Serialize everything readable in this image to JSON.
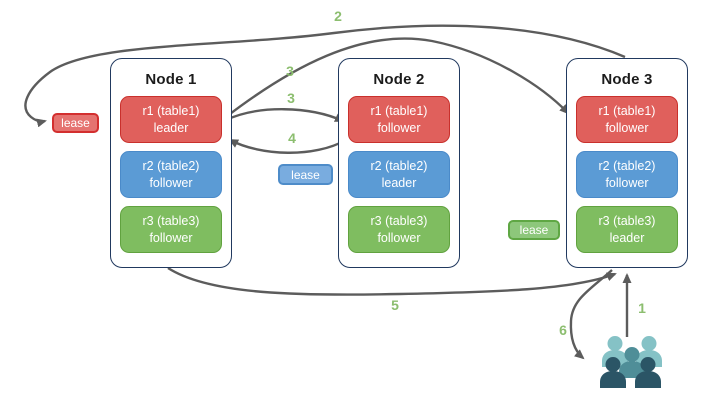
{
  "diagram": {
    "nodes": [
      {
        "title": "Node 1",
        "replicas": [
          {
            "line1": "r1 (table1)",
            "line2": "leader",
            "color": "red"
          },
          {
            "line1": "r2 (table2)",
            "line2": "follower",
            "color": "blue"
          },
          {
            "line1": "r3 (table3)",
            "line2": "follower",
            "color": "green"
          }
        ]
      },
      {
        "title": "Node 2",
        "replicas": [
          {
            "line1": "r1 (table1)",
            "line2": "follower",
            "color": "red"
          },
          {
            "line1": "r2 (table2)",
            "line2": "leader",
            "color": "blue"
          },
          {
            "line1": "r3 (table3)",
            "line2": "follower",
            "color": "green"
          }
        ]
      },
      {
        "title": "Node 3",
        "replicas": [
          {
            "line1": "r1 (table1)",
            "line2": "follower",
            "color": "red"
          },
          {
            "line1": "r2 (table2)",
            "line2": "follower",
            "color": "blue"
          },
          {
            "line1": "r3 (table3)",
            "line2": "leader",
            "color": "green"
          }
        ]
      }
    ],
    "leases": [
      {
        "label": "lease",
        "color": "red"
      },
      {
        "label": "lease",
        "color": "blue"
      },
      {
        "label": "lease",
        "color": "green"
      }
    ],
    "steps": {
      "s1": "1",
      "s2": "2",
      "s3a": "3",
      "s3b": "3",
      "s4": "4",
      "s5": "5",
      "s6": "6"
    },
    "icons": {
      "users": "users-icon"
    },
    "colors": {
      "red_fill": "#E0605C",
      "red_border": "#C9302C",
      "blue_fill": "#5B9BD5",
      "blue_border": "#4A8AC9",
      "green_fill": "#7FBD60",
      "green_border": "#61A23F",
      "lease_red": "#E57370",
      "lease_blue": "#79ACDF",
      "lease_green": "#8DC77B",
      "node_border": "#21395F",
      "arrow_gray": "#5C5C5C",
      "step_green": "#8CBE6F",
      "users_light": "#85C2C6",
      "users_mid": "#4F8E98",
      "users_dark": "#2B5566"
    }
  }
}
